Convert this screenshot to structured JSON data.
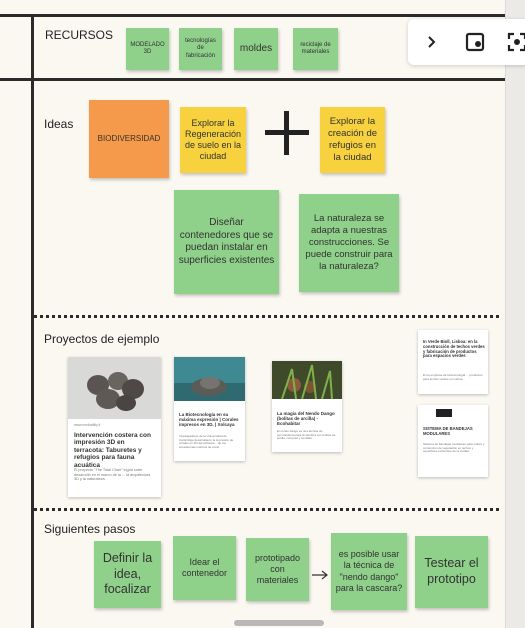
{
  "sections": {
    "recursos": "RECURSOS",
    "ideas": "Ideas",
    "proyectos": "Proyectos de ejemplo",
    "siguientes": "Siguientes pasos"
  },
  "recursos_notes": [
    "MODELADO 3D",
    "tecnologías de fabricación",
    "moldes",
    "reciclaje de materiales"
  ],
  "ideas_notes": {
    "biodiversidad": "BIODIVERSIDAD",
    "regeneracion": "Explorar la Regeneración de suelo en la ciudad",
    "refugios": "Explorar la creación de refugios en la ciudad",
    "contenedores": "Diseñar contenedores que se puedan instalar en superficies existentes",
    "naturaleza": "La naturaleza se adapta a nuestras construcciones. Se puede construir para la naturaleza?"
  },
  "cards": [
    {
      "source": "www.mediatiltly.it",
      "title": "Intervención costera con impresión 3D en terracota: Taburetes y refugios para fauna acuática",
      "desc": "El proyecto \"The Tidal Chair\" ingrid suter desarrolló en el marco de la ... la arquitectura 3D y la naturaleza."
    },
    {
      "source": "",
      "title": "La Biotecnología en su máxima expresión | Corales impresos en 3D. | Xolcaya",
      "desc": "Investigadores de la Universidad de Cambridge desarrollaron la impresión de corales en 3D del software... de los ecosistemas marinos de coral."
    },
    {
      "source": "",
      "title": "La magia del Nendo Dango (bolitas de arcilla) - Ecohabitar",
      "desc": "El nendo dango es una técnica de permacultura para la siembra con bolitas de arcilla, compost y semillas."
    },
    {
      "source": "",
      "title": "In Verde Bioll, Lisboa: en la construcción de techos verdes y fabricación de productos para espacios verdes",
      "desc": "En la empresa de biotecnología ... productos para techos verdes en Lisboa."
    },
    {
      "source": "",
      "title": "SISTEMA DE BANDEJAS MODULARES",
      "desc": "Sistema de bandejas modulares para cultivo y contención de vegetación en techos y superficies existentes de la ciudad."
    }
  ],
  "pasos": [
    "Definir la idea, focalizar",
    "Idear el contenedor",
    "prototipado con materiales",
    "es posible usar la técnica de \"nendo dango\" para la cascara?",
    "Testear el prototipo"
  ],
  "toolbar": {
    "icons": [
      "chevron-right-icon",
      "note-icon",
      "focus-icon"
    ]
  },
  "colors": {
    "green": "#8fd08a",
    "yellow": "#f7d23e",
    "orange": "#f59a4a",
    "board": "#fbf8f2"
  }
}
